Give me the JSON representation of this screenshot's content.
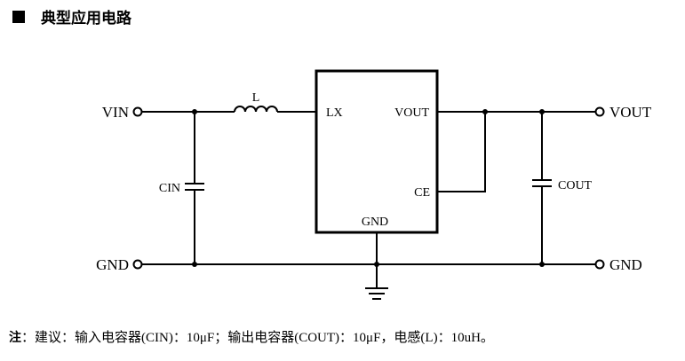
{
  "title": "典型应用电路",
  "circuit": {
    "ports": {
      "vin": "VIN",
      "gnd_left": "GND",
      "vout_right": "VOUT",
      "gnd_right": "GND"
    },
    "components": {
      "inductor": "L",
      "input_cap": "CIN",
      "output_cap": "COUT"
    },
    "ic_pins": {
      "lx": "LX",
      "vout": "VOUT",
      "ce": "CE",
      "gnd": "GND"
    }
  },
  "note": {
    "prefix": "注",
    "text": "：建议：输入电容器(CIN)：10μF；输出电容器(COUT)：10μF，电感(L)：10uH。"
  }
}
